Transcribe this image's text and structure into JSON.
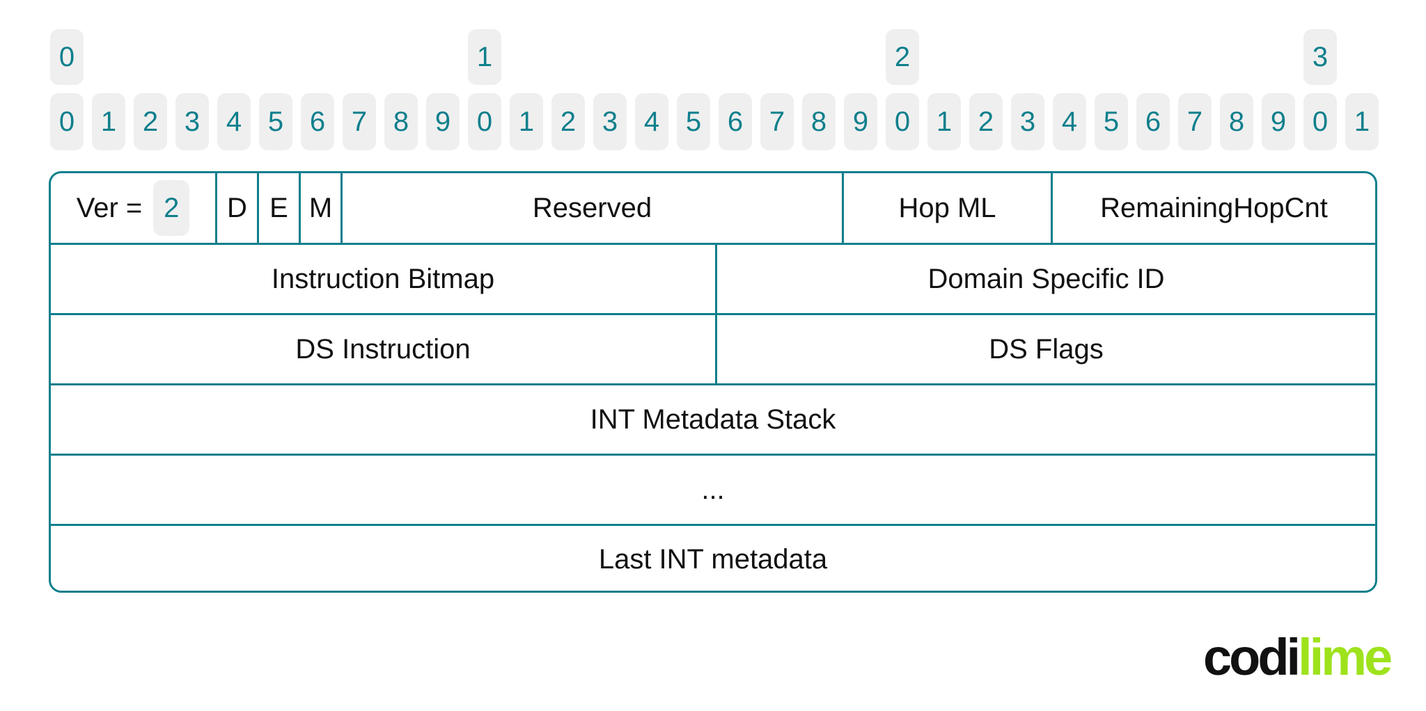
{
  "bit_header": {
    "tens": [
      "0",
      "1",
      "2",
      "3"
    ],
    "ones": [
      "0",
      "1",
      "2",
      "3",
      "4",
      "5",
      "6",
      "7",
      "8",
      "9",
      "0",
      "1",
      "2",
      "3",
      "4",
      "5",
      "6",
      "7",
      "8",
      "9",
      "0",
      "1",
      "2",
      "3",
      "4",
      "5",
      "6",
      "7",
      "8",
      "9",
      "0",
      "1"
    ]
  },
  "header_row": {
    "ver_label": "Ver =",
    "ver_value": "2",
    "d": "D",
    "e": "E",
    "m": "M",
    "reserved": "Reserved",
    "hop_ml": "Hop ML",
    "remaining_hop_cnt": "RemainingHopCnt"
  },
  "rows": {
    "instruction_bitmap": "Instruction Bitmap",
    "domain_specific_id": "Domain Specific ID",
    "ds_instruction": "DS Instruction",
    "ds_flags": "DS Flags",
    "int_metadata_stack": "INT Metadata Stack",
    "ellipsis": "...",
    "last_int_metadata": "Last INT metadata"
  },
  "logo": {
    "text_dark": "codi",
    "text_accent": "lime",
    "dark_color": "#111111",
    "accent_color": "#9ee21c"
  },
  "colors": {
    "teal": "#0e7f8c",
    "pill_bg": "#efefef"
  }
}
